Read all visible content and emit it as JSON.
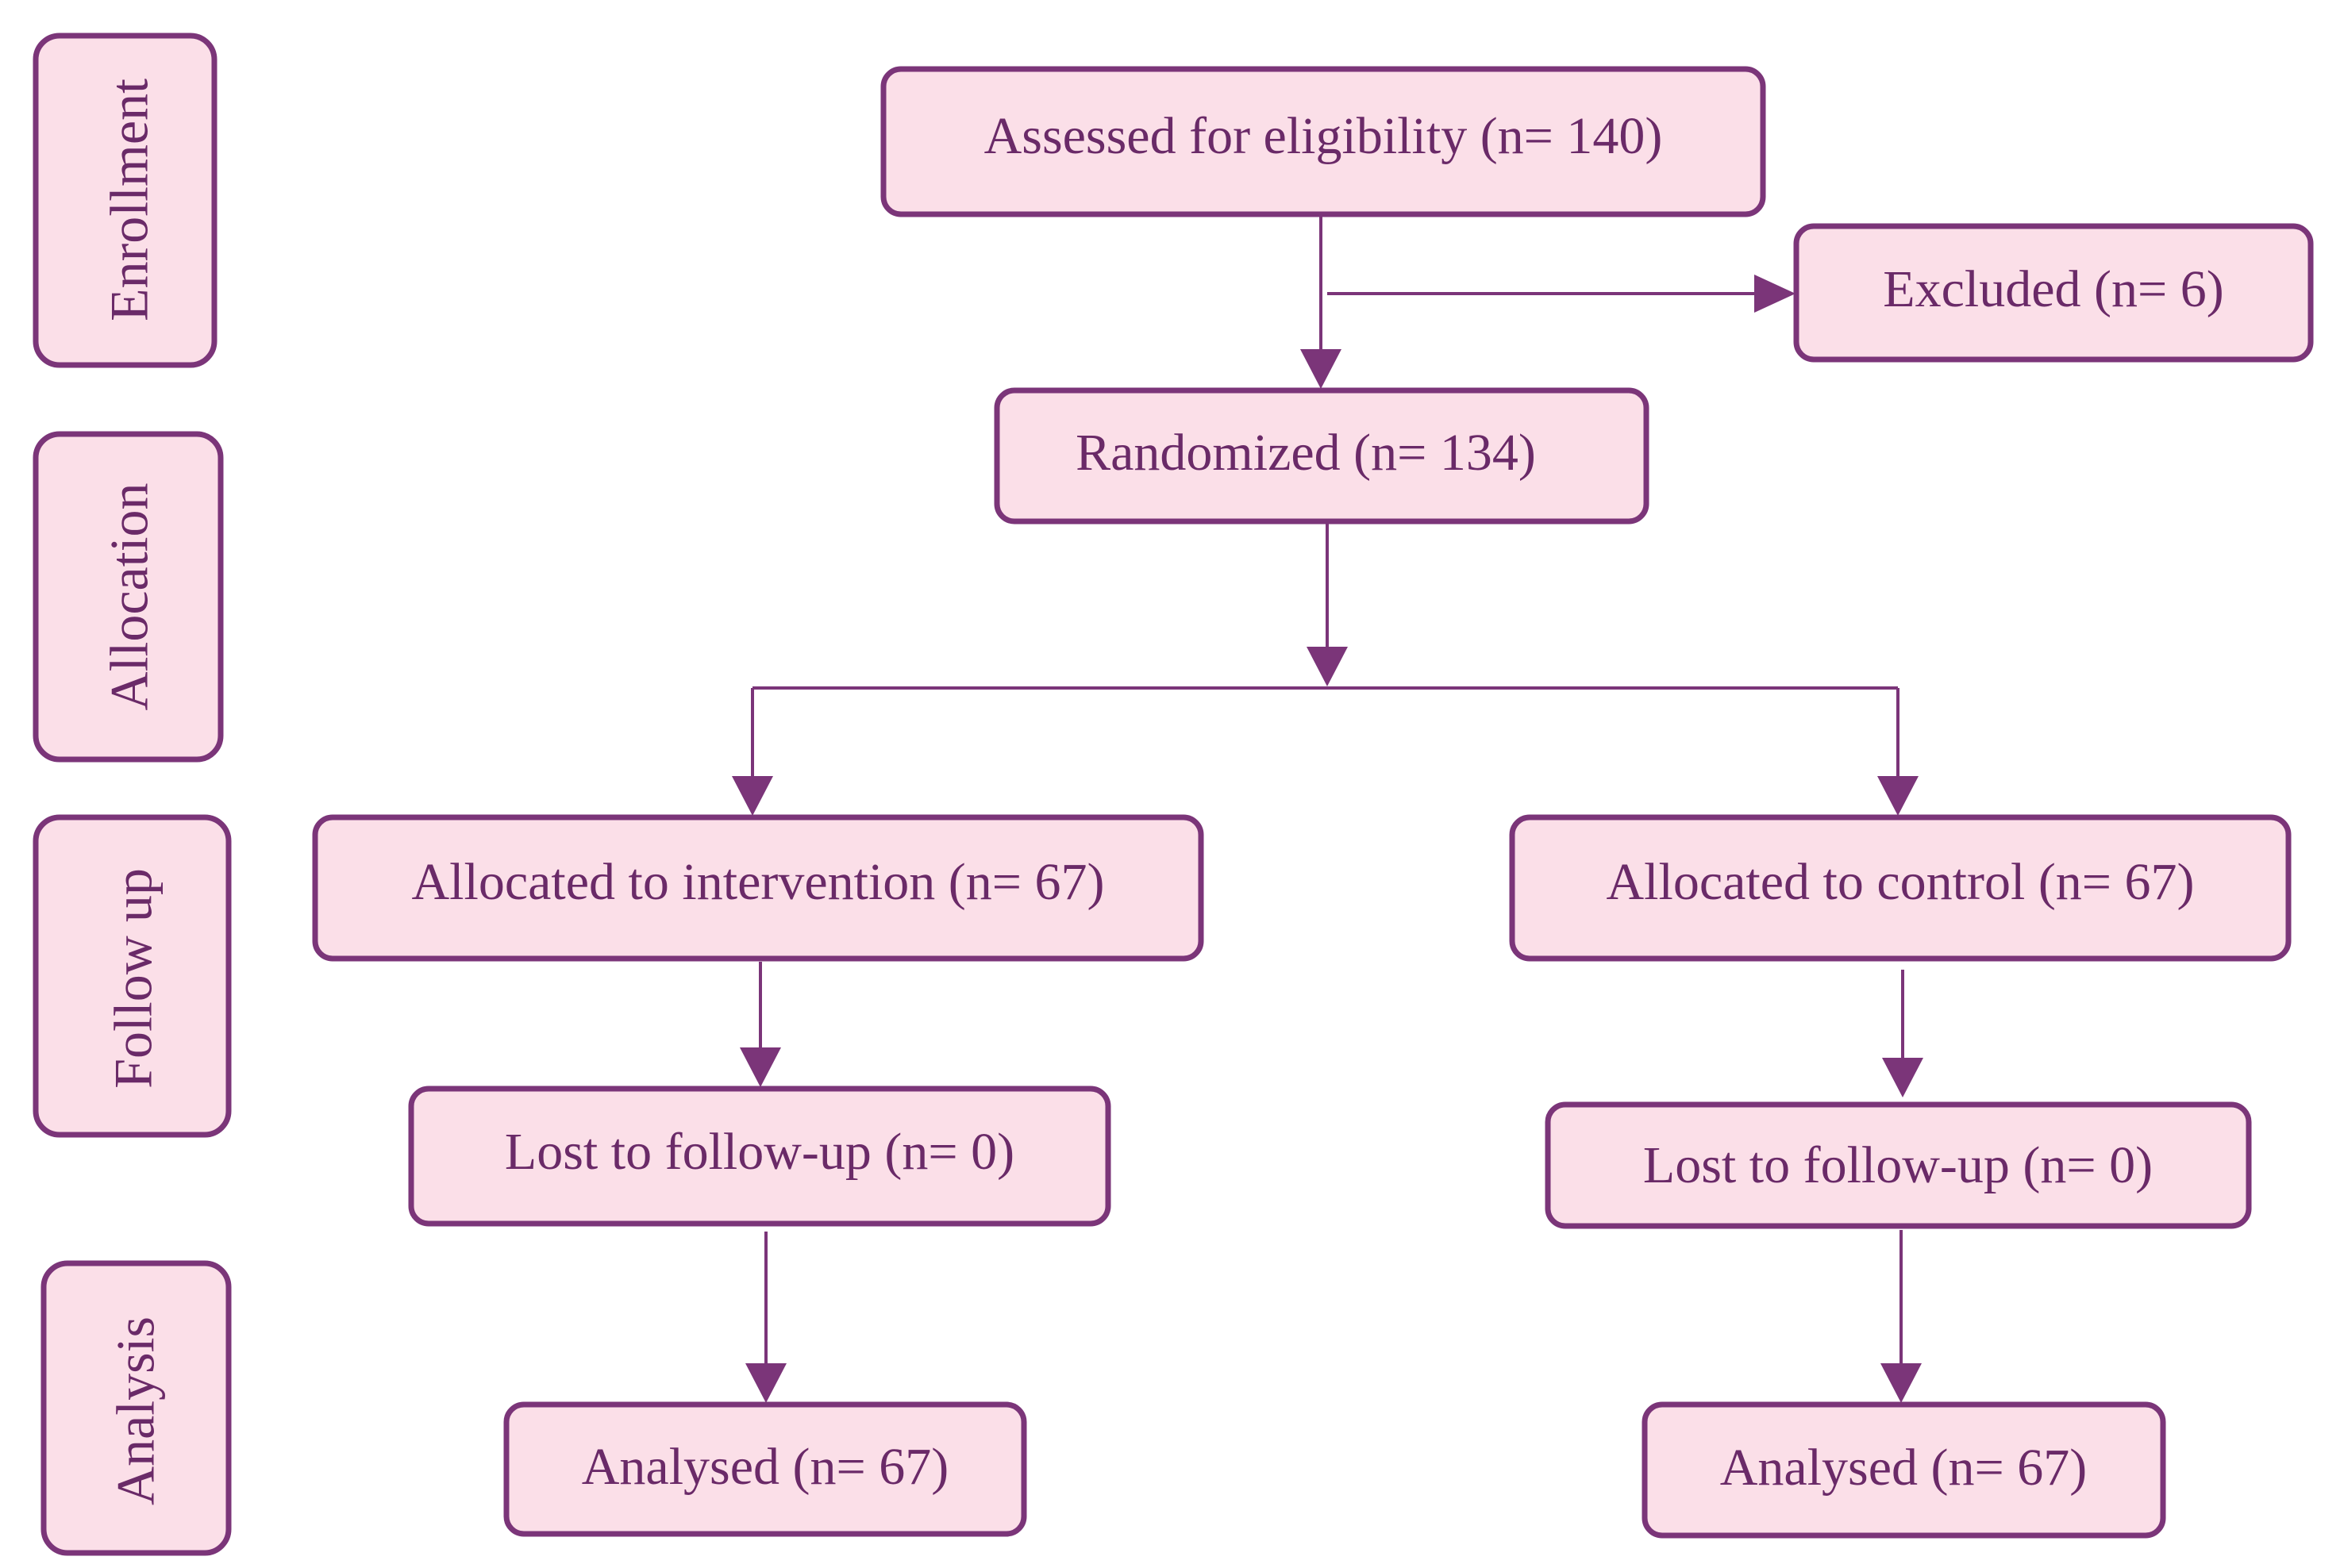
{
  "stages": {
    "enrollment": "Enrollment",
    "allocation": "Allocation",
    "follow_up": "Follow up",
    "analysis": "Analysis"
  },
  "nodes": {
    "assessed": "Assessed for eligibility (n= 140)",
    "excluded": "Excluded (n= 6)",
    "randomized": "Randomized (n= 134)",
    "intervention": "Allocated to intervention (n= 67)",
    "control": "Allocated to control (n= 67)",
    "lost_intervention": "Lost to follow-up (n= 0)",
    "lost_control": "Lost to follow-up (n= 0)",
    "analysed_intervention": "Analysed (n= 67)",
    "analysed_control": "Analysed (n= 67)"
  },
  "colors": {
    "box_fill": "#fbdfe8",
    "border": "#7b3579",
    "text": "#6a2a68"
  }
}
